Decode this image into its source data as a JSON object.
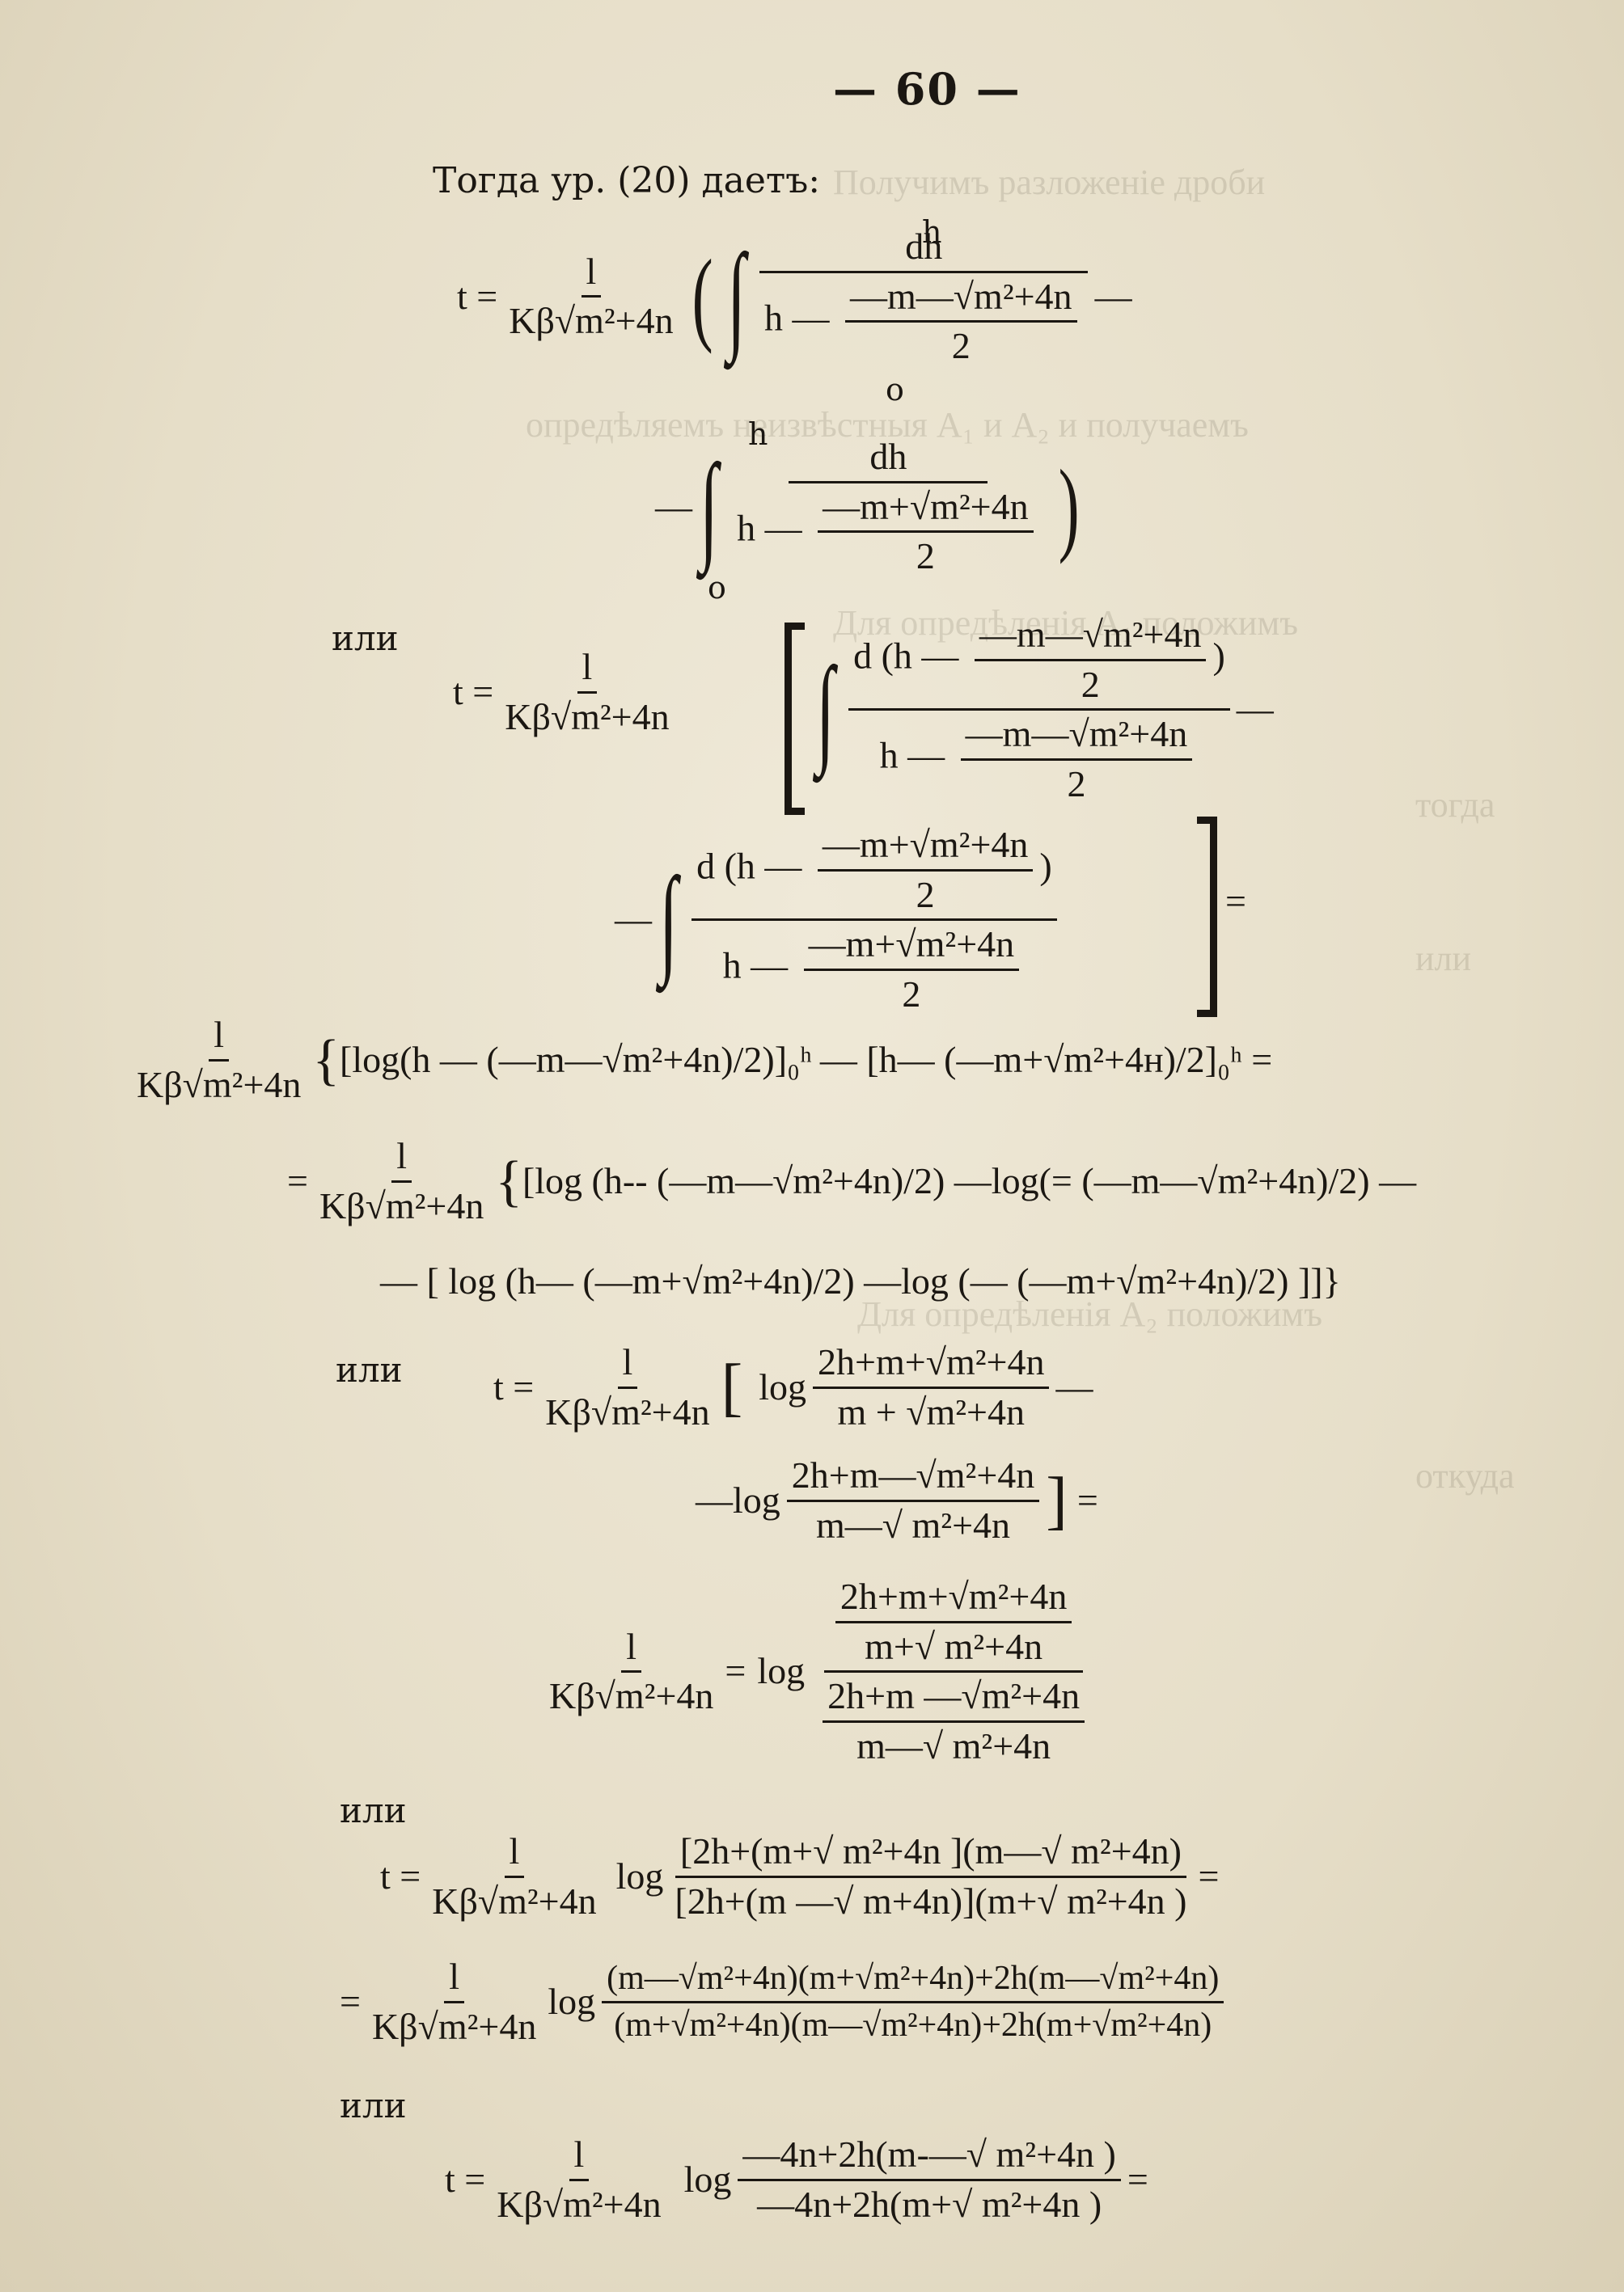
{
  "header": {
    "page_number": "— 60 —"
  },
  "intro": "Тогда ур. (20) даетъ:",
  "ili": "или",
  "ghost_text": [
    "Получимъ разложеніе дроби",
    "опредѣляемъ неизвѣстныя A₁ и A₂ и получаемъ",
    "Для опредѣленія A₁ положимъ",
    "тогда",
    "или",
    "Для опредѣленія A₂ положимъ",
    "откуда"
  ],
  "sym": {
    "t_eq": "t =",
    "one": "l",
    "den_root": "Kβ√m²+4n",
    "dh": "dh",
    "h": "h",
    "o": "o",
    "h_minus": "h —",
    "minus": "—",
    "eq": "=",
    "two": "2",
    "minus_m_minus_root": "—m—√m²+4n",
    "minus_m_plus_root": "—m+√m²+4n",
    "d_h_minus": "d",
    "log": "log"
  },
  "lines": {
    "l6_a": "[log(h — (—m—√m²+4n)/2)]₀ʰ",
    "l6_b": "— [h— (—m+√m²+4н)/2]₀ʰ =",
    "l7": "[log (h-- (—m—√m²+4n)/2) —log(= (—m—√m²+4n)/2) —",
    "l8": "— [ log (h— (—m+√m²+4n)/2) —log (— (—m+√m²+4n)/2) ]]}",
    "l9_num1": "2h+m+√m²+4n",
    "l9_den1": "m + √m²+4n",
    "l10_num": "2h+m—√m²+4n",
    "l10_den": "m—√ m²+4n",
    "l11_n1": "2h+m+√m²+4n",
    "l11_d1": "m+√ m²+4n",
    "l11_n2": "2h+m —√m²+4n",
    "l11_d2": "m—√ m²+4n",
    "l12_num": "[2h+(m+√ m²+4n ](m—√ m²+4n)",
    "l12_den": "[2h+(m —√ m+4n)](m+√ m²+4n )",
    "l13_num": "(m—√m²+4n)(m+√m²+4n)+2h(m—√m²+4n)",
    "l13_den": "(m+√m²+4n)(m—√m²+4n)+2h(m+√m²+4n)",
    "l14_num": "—4n+2h(m-—√ m²+4n )",
    "l14_den": "—4n+2h(m+√ m²+4n )"
  }
}
